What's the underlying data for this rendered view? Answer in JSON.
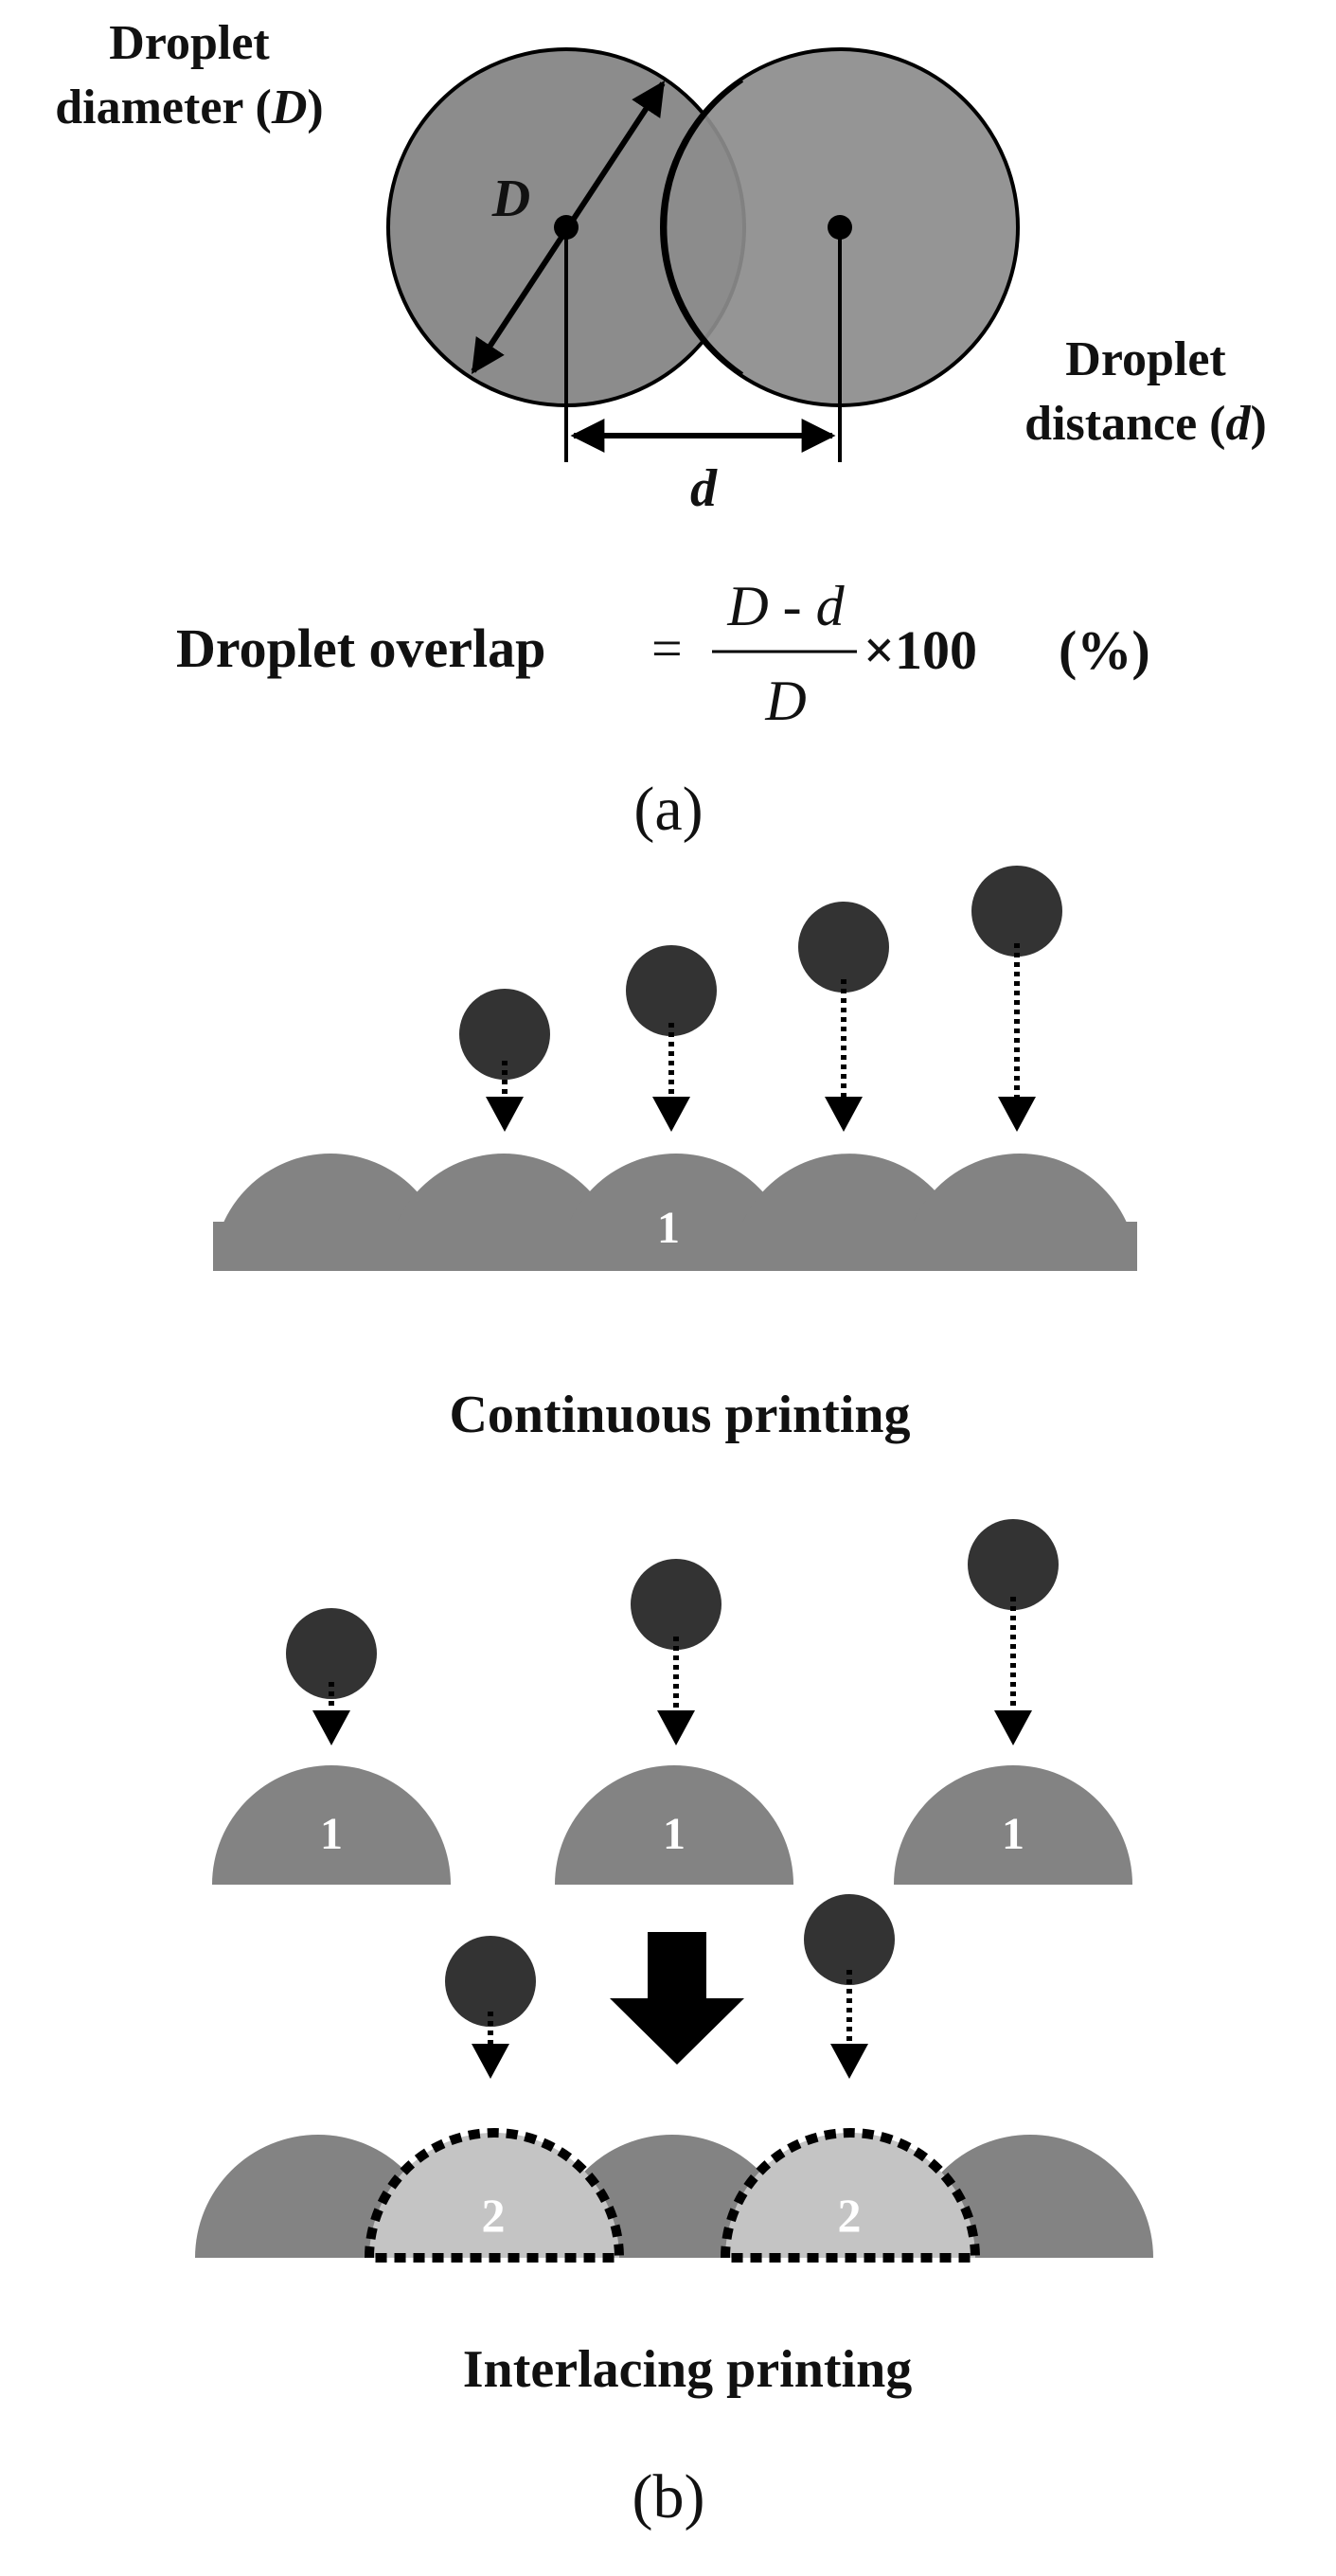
{
  "panel_a": {
    "label_diameter_line1": "Droplet",
    "label_diameter_line2": "diameter (",
    "label_diameter_symbol": "D",
    "label_diameter_close": ")",
    "label_D": "D",
    "label_distance_line1": "Droplet",
    "label_distance_line2": "distance (",
    "label_distance_symbol": "d",
    "label_distance_close": ")",
    "label_d": "d",
    "formula_lhs": "Droplet overlap",
    "formula_eq": "=",
    "formula_num_D": "D",
    "formula_num_minus": " - ",
    "formula_num_d": "d",
    "formula_den": "D",
    "formula_times": "×100",
    "formula_unit": "(%)",
    "caption": "(a)"
  },
  "panel_b": {
    "continuous_layer_label": "1",
    "continuous_title": "Continuous printing",
    "interlace_first_labels": [
      "1",
      "1",
      "1"
    ],
    "interlace_second_labels": [
      "2",
      "2"
    ],
    "interlace_title": "Interlacing printing",
    "caption": "(b)"
  },
  "colors": {
    "droplet_fill": "#8c8c8c",
    "falling_droplet": "#333333",
    "second_pass": "#c4c4c4",
    "deposited": "#838383"
  }
}
